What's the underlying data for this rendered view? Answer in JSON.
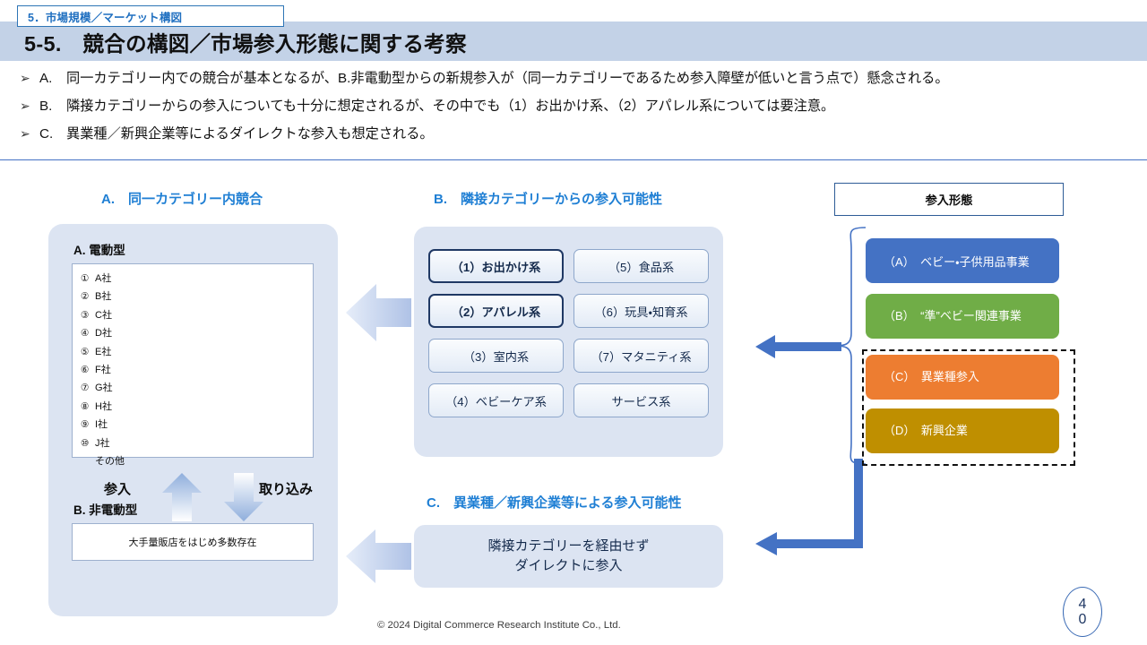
{
  "header": {
    "section_tab": "5．市場規模／マーケット構図",
    "title": "5-5.　競合の構図／市場参入形態に関する考察",
    "bullets": [
      {
        "marker": "➢",
        "letter": "A.",
        "text": "同一カテゴリー内での競合が基本となるが、B.非電動型からの新規参入が（同一カテゴリーであるため参入障壁が低いと言う点で）懸念される。"
      },
      {
        "marker": "➢",
        "letter": "B.",
        "text": "隣接カテゴリーからの参入についても十分に想定されるが、その中でも（1）お出かけ系、（2）アパレル系については要注意。"
      },
      {
        "marker": "➢",
        "letter": "C.",
        "text": "異業種／新興企業等によるダイレクトな参入も想定される。"
      }
    ]
  },
  "column_a": {
    "heading": "A.　同一カテゴリー内競合",
    "electric_label": "A. 電動型",
    "companies": [
      {
        "num": "①",
        "name": "A社"
      },
      {
        "num": "②",
        "name": "B社"
      },
      {
        "num": "③",
        "name": "C社"
      },
      {
        "num": "④",
        "name": "D社"
      },
      {
        "num": "⑤",
        "name": "E社"
      },
      {
        "num": "⑥",
        "name": "F社"
      },
      {
        "num": "⑦",
        "name": "G社"
      },
      {
        "num": "⑧",
        "name": "H社"
      },
      {
        "num": "⑨",
        "name": "I社"
      },
      {
        "num": "⑩",
        "name": "J社"
      },
      {
        "num": "",
        "name": "その他"
      }
    ],
    "flow_left_label": "参入",
    "flow_right_label": "取り込み",
    "non_electric_label": "B. 非電動型",
    "non_electric_text": "大手量販店をはじめ多数存在"
  },
  "column_b": {
    "heading": "B.　隣接カテゴリーからの参入可能性",
    "categories": [
      {
        "label": "（1）お出かけ系",
        "emphasis": true
      },
      {
        "label": "（5）食品系",
        "emphasis": false
      },
      {
        "label": "（2）アパレル系",
        "emphasis": true
      },
      {
        "label": "（6）玩具・知育系",
        "emphasis": false
      },
      {
        "label": "（3）室内系",
        "emphasis": false
      },
      {
        "label": "（7）マタニティ系",
        "emphasis": false
      },
      {
        "label": "（4）ベビーケア系",
        "emphasis": false
      },
      {
        "label": "サービス系",
        "emphasis": false
      }
    ]
  },
  "column_c": {
    "heading": "C.　異業種／新興企業等による参入可能性",
    "text": "隣接カテゴリーを経由せず\nダイレクトに参入"
  },
  "column_right": {
    "header": "参入形態",
    "bars": [
      {
        "code": "（A）",
        "label": "ベビー・子供用品事業",
        "color": "#4472C4"
      },
      {
        "code": "（B）",
        "label": "“準”ベビー関連事業",
        "color": "#70AD47"
      },
      {
        "code": "（C）",
        "label": "異業種参入",
        "color": "#ED7D31"
      },
      {
        "code": "（D）",
        "label": "新興企業",
        "color": "#BF8F00"
      }
    ]
  },
  "footer": {
    "copyright": "© 2024 Digital Commerce Research Institute Co., Ltd.",
    "page_digit_top": "4",
    "page_digit_bottom": "0"
  },
  "colors": {
    "title_band": "#C3D2E7",
    "accent_blue": "#1F7FD4",
    "panel_fill": "#DCE4F2",
    "arrow_solid": "#4472C4",
    "arrow_soft": "#C3D2EE"
  }
}
